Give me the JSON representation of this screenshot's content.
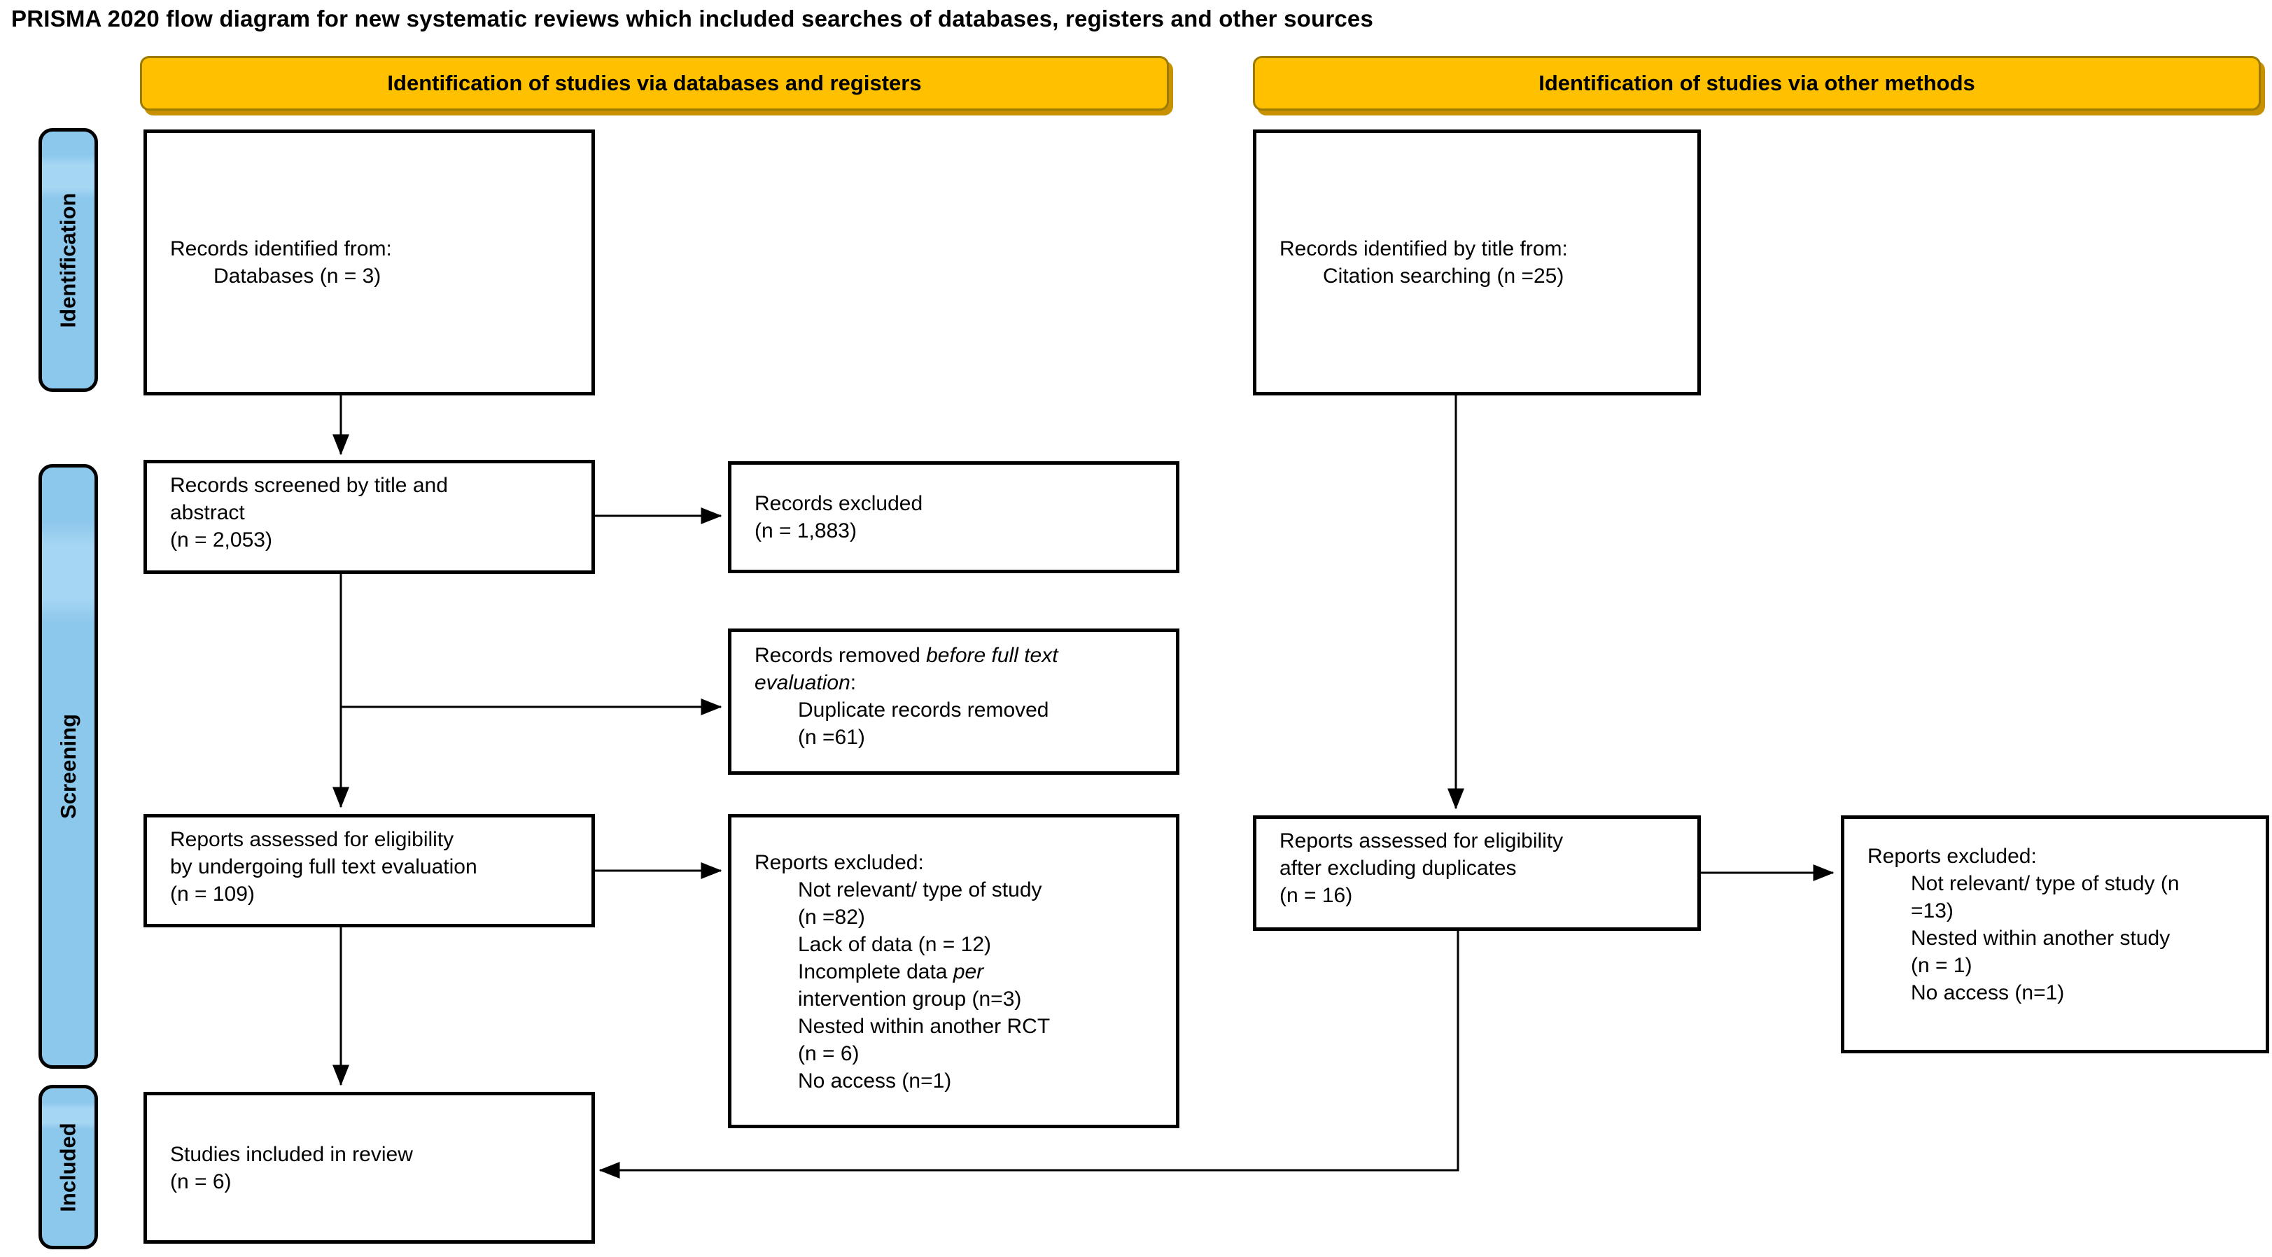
{
  "page": {
    "title": "PRISMA 2020 flow diagram for new systematic reviews which included searches of databases, registers and other sources"
  },
  "banners": [
    {
      "label": "Identification of studies via databases and registers"
    },
    {
      "label": "Identification of studies via other methods"
    }
  ],
  "stage_labels": [
    {
      "label": "Identification"
    },
    {
      "label": "Screening"
    },
    {
      "label": "Included"
    }
  ],
  "colors": {
    "banner_fill": "#FFC000",
    "banner_border": "#9C7A00",
    "banner_shadow": "#C79100",
    "stage_fill": "#8CC7EC",
    "stage_fill_light": "#A5D6F2",
    "box_border": "#000000",
    "line_color": "#000000"
  },
  "boxes": [
    {
      "id": "records-identified-databases",
      "align": "center",
      "lines": [
        {
          "indent": 0,
          "segments": [
            {
              "text": "Records identified from:",
              "italic": false
            }
          ]
        },
        {
          "indent": 1,
          "segments": [
            {
              "text": "Databases (n = 3)",
              "italic": false
            }
          ]
        }
      ]
    },
    {
      "id": "records-identified-title",
      "align": "center",
      "lines": [
        {
          "indent": 0,
          "segments": [
            {
              "text": "Records identified by title from:",
              "italic": false
            }
          ]
        },
        {
          "indent": 1,
          "segments": [
            {
              "text": "Citation searching (n =25)",
              "italic": false
            }
          ]
        }
      ]
    },
    {
      "id": "records-screened",
      "align": "top",
      "lines": [
        {
          "indent": 0,
          "segments": [
            {
              "text": "Records screened by title and",
              "italic": false
            }
          ]
        },
        {
          "indent": 0,
          "segments": [
            {
              "text": "abstract",
              "italic": false
            }
          ]
        },
        {
          "indent": 0,
          "segments": [
            {
              "text": "(n = 2,053)",
              "italic": false
            }
          ]
        }
      ]
    },
    {
      "id": "records-excluded",
      "align": "center",
      "lines": [
        {
          "indent": 0,
          "segments": [
            {
              "text": "Records excluded",
              "italic": false
            }
          ]
        },
        {
          "indent": 0,
          "segments": [
            {
              "text": "(n = 1,883)",
              "italic": false
            }
          ]
        }
      ]
    },
    {
      "id": "records-removed-before-fulltext",
      "align": "top",
      "lines": [
        {
          "indent": 0,
          "segments": [
            {
              "text": "Records removed ",
              "italic": false
            },
            {
              "text": "before full text",
              "italic": true
            }
          ]
        },
        {
          "indent": 0,
          "segments": [
            {
              "text": "evaluation",
              "italic": true
            },
            {
              "text": ":",
              "italic": false
            }
          ]
        },
        {
          "indent": 1,
          "segments": [
            {
              "text": "Duplicate records removed",
              "italic": false
            }
          ]
        },
        {
          "indent": 1,
          "segments": [
            {
              "text": "(n =61)",
              "italic": false
            }
          ]
        }
      ]
    },
    {
      "id": "reports-assessed-fulltext",
      "align": "top",
      "lines": [
        {
          "indent": 0,
          "segments": [
            {
              "text": "Reports assessed for eligibility",
              "italic": false
            }
          ]
        },
        {
          "indent": 0,
          "segments": [
            {
              "text": "by undergoing full text evaluation",
              "italic": false
            }
          ]
        },
        {
          "indent": 0,
          "segments": [
            {
              "text": "(n = 109)",
              "italic": false
            }
          ]
        }
      ]
    },
    {
      "id": "reports-excluded-databases",
      "align": "top",
      "lines": [
        {
          "indent": 0,
          "segments": [
            {
              "text": "Reports excluded:",
              "italic": false
            }
          ]
        },
        {
          "indent": 1,
          "segments": [
            {
              "text": "Not relevant/ type of study",
              "italic": false
            }
          ]
        },
        {
          "indent": 1,
          "segments": [
            {
              "text": "(n =82)",
              "italic": false
            }
          ]
        },
        {
          "indent": 1,
          "segments": [
            {
              "text": "Lack of data (n = 12)",
              "italic": false
            }
          ]
        },
        {
          "indent": 1,
          "segments": [
            {
              "text": "Incomplete data ",
              "italic": false
            },
            {
              "text": "per",
              "italic": true
            }
          ]
        },
        {
          "indent": 1,
          "segments": [
            {
              "text": "intervention group (n=3)",
              "italic": false
            }
          ]
        },
        {
          "indent": 1,
          "segments": [
            {
              "text": "Nested within another RCT",
              "italic": false
            }
          ]
        },
        {
          "indent": 1,
          "segments": [
            {
              "text": "(n = 6)",
              "italic": false
            }
          ]
        },
        {
          "indent": 1,
          "segments": [
            {
              "text": "No access (n=1)",
              "italic": false
            }
          ]
        }
      ]
    },
    {
      "id": "reports-assessed-duplicates",
      "align": "top",
      "lines": [
        {
          "indent": 0,
          "segments": [
            {
              "text": "Reports assessed for eligibility",
              "italic": false
            }
          ]
        },
        {
          "indent": 0,
          "segments": [
            {
              "text": "after excluding duplicates",
              "italic": false
            }
          ]
        },
        {
          "indent": 0,
          "segments": [
            {
              "text": "(n = 16)",
              "italic": false
            }
          ]
        }
      ]
    },
    {
      "id": "reports-excluded-other",
      "align": "top",
      "lines": [
        {
          "indent": 0,
          "segments": [
            {
              "text": "Reports excluded:",
              "italic": false
            }
          ]
        },
        {
          "indent": 1,
          "segments": [
            {
              "text": "Not relevant/ type of study (n",
              "italic": false
            }
          ]
        },
        {
          "indent": 1,
          "segments": [
            {
              "text": "=13)",
              "italic": false
            }
          ]
        },
        {
          "indent": 1,
          "segments": [
            {
              "text": "Nested within another study",
              "italic": false
            }
          ]
        },
        {
          "indent": 1,
          "segments": [
            {
              "text": "(n = 1)",
              "italic": false
            }
          ]
        },
        {
          "indent": 1,
          "segments": [
            {
              "text": "No access (n=1)",
              "italic": false
            }
          ]
        }
      ]
    },
    {
      "id": "studies-included",
      "align": "center",
      "lines": [
        {
          "indent": 0,
          "segments": [
            {
              "text": "Studies included in review",
              "italic": false
            }
          ]
        },
        {
          "indent": 0,
          "segments": [
            {
              "text": "(n = 6)",
              "italic": false
            }
          ]
        }
      ]
    }
  ]
}
